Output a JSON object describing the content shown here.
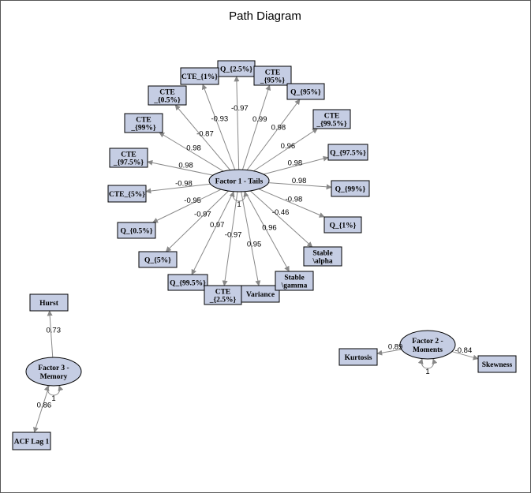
{
  "title": "Path Diagram",
  "colors": {
    "node_fill": "#c5cde3",
    "edge": "#888888",
    "border": "#000000"
  },
  "factors": [
    {
      "id": "f1",
      "lines": [
        "Factor 1 - Tails"
      ],
      "self_loop": "1"
    },
    {
      "id": "f2",
      "lines": [
        "Factor 2 -",
        "Moments"
      ],
      "self_loop": "1"
    },
    {
      "id": "f3",
      "lines": [
        "Factor 3 -",
        "Memory"
      ],
      "self_loop": "1"
    }
  ],
  "indicators": [
    {
      "id": "q25",
      "lines": [
        "Q_{2.5%}"
      ],
      "factor": "f1",
      "loading": "-0.97"
    },
    {
      "id": "cte1",
      "lines": [
        "CTE_{1%}"
      ],
      "factor": "f1",
      "loading": "-0.93"
    },
    {
      "id": "cte95",
      "lines": [
        "CTE",
        "_{95%}"
      ],
      "factor": "f1",
      "loading": "0.99"
    },
    {
      "id": "cte05",
      "lines": [
        "CTE",
        "_{0.5%}"
      ],
      "factor": "f1",
      "loading": "-0.87"
    },
    {
      "id": "q95",
      "lines": [
        "Q_{95%}"
      ],
      "factor": "f1",
      "loading": "0.98"
    },
    {
      "id": "cte99",
      "lines": [
        "CTE",
        "_{99%}"
      ],
      "factor": "f1",
      "loading": "0.98"
    },
    {
      "id": "cte995",
      "lines": [
        "CTE",
        "_{99.5%}"
      ],
      "factor": "f1",
      "loading": "0.96"
    },
    {
      "id": "cte975",
      "lines": [
        "CTE",
        "_{97.5%}"
      ],
      "factor": "f1",
      "loading": "0.98"
    },
    {
      "id": "q975",
      "lines": [
        "Q_{97.5%}"
      ],
      "factor": "f1",
      "loading": "0.98"
    },
    {
      "id": "cte5",
      "lines": [
        "CTE_{5%}"
      ],
      "factor": "f1",
      "loading": "-0.98"
    },
    {
      "id": "q99",
      "lines": [
        "Q_{99%}"
      ],
      "factor": "f1",
      "loading": "0.98"
    },
    {
      "id": "q05",
      "lines": [
        "Q_{0.5%}"
      ],
      "factor": "f1",
      "loading": "-0.95"
    },
    {
      "id": "q1",
      "lines": [
        "Q_{1%}"
      ],
      "factor": "f1",
      "loading": "-0.98"
    },
    {
      "id": "q5",
      "lines": [
        "Q_{5%}"
      ],
      "factor": "f1",
      "loading": "-0.97"
    },
    {
      "id": "alpha",
      "lines": [
        "Stable",
        "\\alpha"
      ],
      "factor": "f1",
      "loading": "-0.46"
    },
    {
      "id": "q995",
      "lines": [
        "Q_{99.5%}"
      ],
      "factor": "f1",
      "loading": "0.97"
    },
    {
      "id": "cte25",
      "lines": [
        "CTE",
        "_{2.5%}"
      ],
      "factor": "f1",
      "loading": "-0.97"
    },
    {
      "id": "variance",
      "lines": [
        "Variance"
      ],
      "factor": "f1",
      "loading": "0.95"
    },
    {
      "id": "gamma",
      "lines": [
        "Stable",
        "\\gamma"
      ],
      "factor": "f1",
      "loading": "0.96"
    },
    {
      "id": "kurtosis",
      "lines": [
        "Kurtosis"
      ],
      "factor": "f2",
      "loading": "0.89"
    },
    {
      "id": "skewness",
      "lines": [
        "Skewness"
      ],
      "factor": "f2",
      "loading": "-0.84"
    },
    {
      "id": "hurst",
      "lines": [
        "Hurst"
      ],
      "factor": "f3",
      "loading": "0.73"
    },
    {
      "id": "acf",
      "lines": [
        "ACF Lag 1"
      ],
      "factor": "f3",
      "loading": "0.86"
    }
  ]
}
